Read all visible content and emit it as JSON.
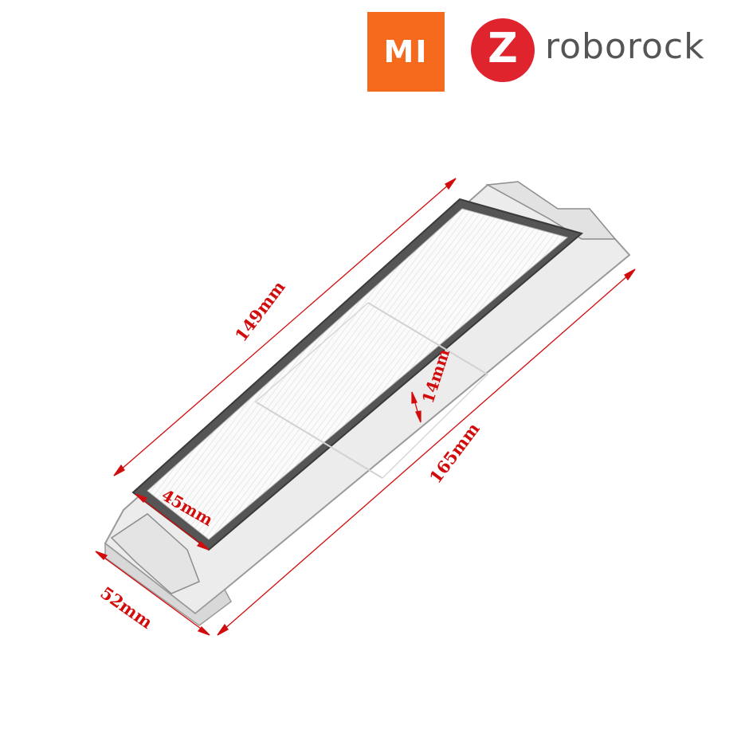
{
  "brand": {
    "mi_logo_text": "MI",
    "roborock_mark": "Z",
    "roborock_name": "roborock",
    "mi_color": "#f56a1d",
    "roborock_color": "#e0242e"
  },
  "dimensions": {
    "length_inner": "149mm",
    "length_outer": "165mm",
    "depth": "14mm",
    "width_inner": "45mm",
    "width_outer": "52mm",
    "annotation_color": "#d20c0c"
  }
}
